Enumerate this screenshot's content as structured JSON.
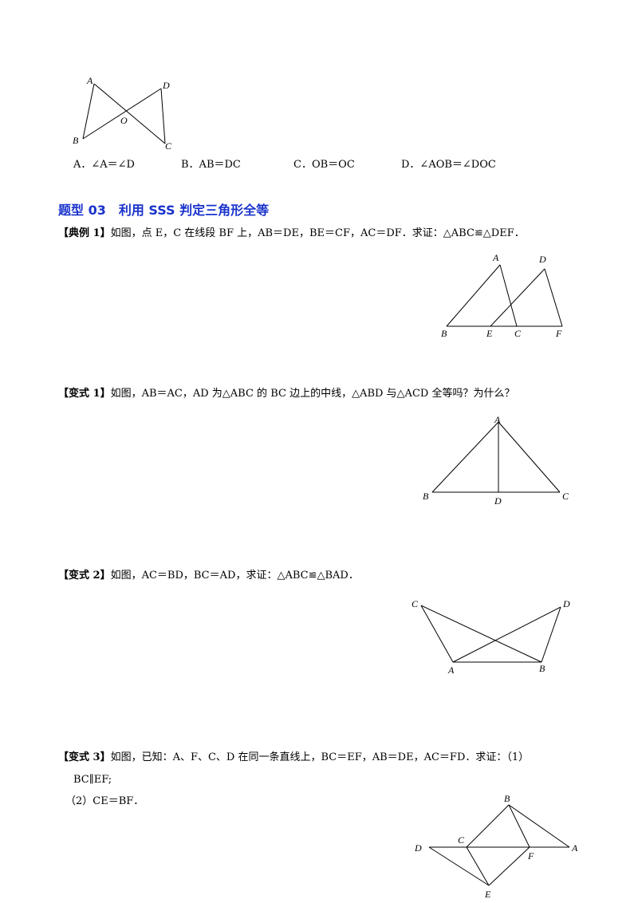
{
  "figures": {
    "fig0": {
      "A": "A",
      "B": "B",
      "C": "C",
      "D": "D",
      "O": "O"
    },
    "fig1": {
      "A": "A",
      "B": "B",
      "C": "C",
      "D": "D",
      "E": "E",
      "F": "F"
    },
    "fig2": {
      "A": "A",
      "B": "B",
      "C": "C",
      "D": "D"
    },
    "fig3": {
      "A": "A",
      "B": "B",
      "C": "C",
      "D": "D"
    },
    "fig4": {
      "A": "A",
      "B": "B",
      "C": "C",
      "D": "D",
      "E": "E",
      "F": "F"
    }
  },
  "options": [
    "A．∠A＝∠D",
    "B．AB＝DC",
    "C．OB＝OC",
    "D．∠AOB＝∠DOC"
  ],
  "section_heading": "题型 03　利用 SSS 判定三角形全等",
  "example1": {
    "tag": "【典例 1】",
    "text": "如图，点 E，C 在线段 BF 上，AB＝DE，BE＝CF，AC＝DF．求证：△ABC≌△DEF．"
  },
  "variant1": {
    "tag": "【变式 1】",
    "text": "如图，AB＝AC，AD 为△ABC 的 BC 边上的中线，△ABD 与△ACD 全等吗？为什么？"
  },
  "variant2": {
    "tag": "【变式 2】",
    "text": "如图，AC＝BD，BC＝AD，求证：△ABC≌△BAD．"
  },
  "variant3": {
    "tag": "【变式 3】",
    "text_line1": "如图，已知：A、F、C、D 在同一条直线上，BC＝EF，AB＝DE，AC＝FD．求证：（1）",
    "text_line2": "BC∥EF;",
    "text_line3": "（2）CE＝BF．"
  }
}
